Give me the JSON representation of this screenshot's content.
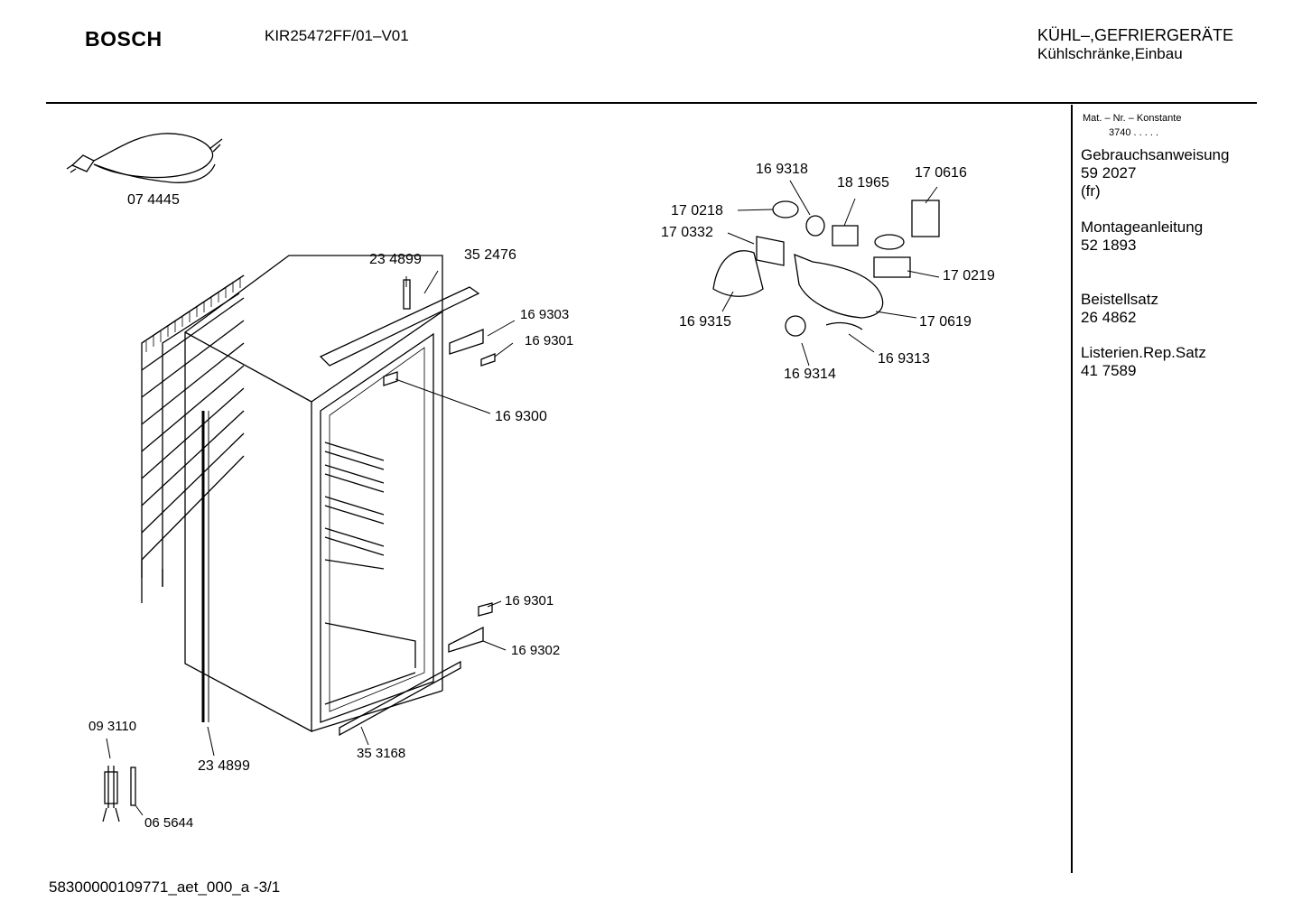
{
  "header": {
    "brand": "BOSCH",
    "model": "KIR25472FF/01–V01",
    "category_line1": "KÜHL–,GEFRIERGERÄTE",
    "category_line2": "Kühlschränke,Einbau"
  },
  "sidebar": {
    "mat_label": "Mat. – Nr. – Konstante",
    "mat_value": "3740  .  .  .  .  .",
    "docs": [
      {
        "title": "Gebrauchsanweisung",
        "number": "59 2027",
        "extra": "(fr)"
      },
      {
        "title": "Montageanleitung",
        "number": "52 1893"
      },
      {
        "title": "Beistellsatz",
        "number": "26 4862"
      },
      {
        "title": "Listerien.Rep.Satz",
        "number": "41 7589"
      }
    ]
  },
  "parts": {
    "cable": "07 4445",
    "top_bracket_left": "23 4899",
    "top_bracket_right": "35 2476",
    "hinge_top": "16 9303",
    "hinge_pin_top": "16 9301",
    "latch": "16 9300",
    "hinge_pin_bottom": "16 9301",
    "hinge_bottom": "16 9302",
    "bottom_strip": "35 3168",
    "side_strip": "23 4899",
    "sensor": "09 3110",
    "sensor_tube": "06 5644",
    "lamp_socket_cap": "16 9318",
    "lamp_holder": "18 1965",
    "switch_clip": "17 0616",
    "lamp": "17 0218",
    "cover_plate": "17 0332",
    "thermostat": "17 0219",
    "lamp_cover": "16 9315",
    "light_housing": "17 0619",
    "knob": "16 9314",
    "knob_ring": "16 9313"
  },
  "footer": {
    "doc_id": "58300000109771_aet_000_a  -3/1"
  }
}
